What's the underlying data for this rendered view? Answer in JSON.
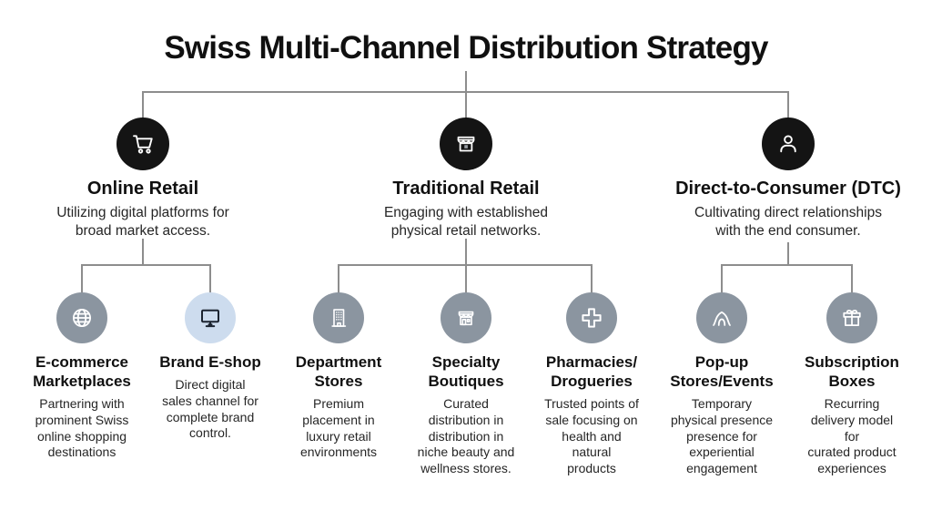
{
  "title": "Swiss Multi-Channel Distribution Strategy",
  "colors": {
    "background": "#ffffff",
    "text_primary": "#101010",
    "text_body": "#262626",
    "connector": "#8d8d8d",
    "node_primary": "#141414",
    "node_secondary": "#8b95a0",
    "node_highlight": "#cddcee",
    "icon_light": "#ffffff",
    "icon_dark": "#1c2430"
  },
  "tree": {
    "branches": [
      {
        "label": "Online Retail",
        "description": "Utilizing digital platforms for\nbroad market access.",
        "icon": "shopping-cart-icon",
        "children": [
          {
            "label": "E-commerce\nMarketplaces",
            "description": "Partnering with\nprominent Swiss\nonline shopping\ndestinations",
            "icon": "globe-icon"
          },
          {
            "label": "Brand E-shop",
            "description": "Direct digital\nsales channel for\ncomplete brand\ncontrol.",
            "icon": "monitor-icon"
          }
        ]
      },
      {
        "label": "Traditional Retail",
        "description": "Engaging with established\nphysical retail networks.",
        "icon": "storefront-icon",
        "children": [
          {
            "label": "Department\nStores",
            "description": "Premium\nplacement in\nluxury retail\nenvironments",
            "icon": "building-icon"
          },
          {
            "label": "Specialty\nBoutiques",
            "description": "Curated\ndistribution in\ndistribution in\nniche beauty and\nwellness stores.",
            "icon": "shop-icon"
          },
          {
            "label": "Pharmacies/\nDrogueries",
            "description": "Trusted points of\nsale focusing on\nhealth and\nnatural\nproducts",
            "icon": "medical-cross-icon"
          }
        ]
      },
      {
        "label": "Direct-to-Consumer (DTC)",
        "description": "Cultivating direct relationships\nwith the end consumer.",
        "icon": "person-icon",
        "children": [
          {
            "label": "Pop-up\nStores/Events",
            "description": "Temporary\nphysical presence\npresence for\nexperiential\nengagement",
            "icon": "tent-icon"
          },
          {
            "label": "Subscription\nBoxes",
            "description": "Recurring\ndelivery model\nfor\ncurated product\nexperiences",
            "icon": "gift-icon"
          }
        ]
      }
    ]
  }
}
